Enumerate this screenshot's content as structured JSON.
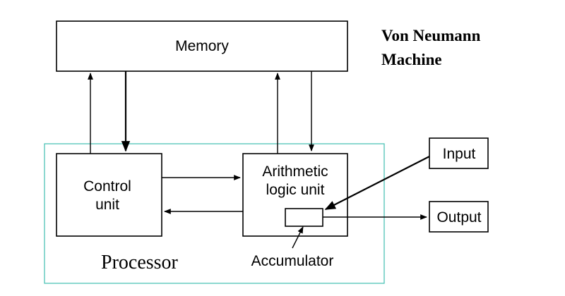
{
  "title_lines": [
    "Von Neumann",
    "Machine"
  ],
  "memory": {
    "label": "Memory"
  },
  "control_unit": {
    "label_lines": [
      "Control",
      "unit"
    ]
  },
  "alu": {
    "label_lines": [
      "Arithmetic",
      "logic unit"
    ]
  },
  "accumulator": {
    "label": "Accumulator"
  },
  "input": {
    "label": "Input"
  },
  "output": {
    "label": "Output"
  },
  "processor": {
    "label": "Processor"
  },
  "colors": {
    "processor_border": "#3fbfb0",
    "stroke": "#000000"
  }
}
